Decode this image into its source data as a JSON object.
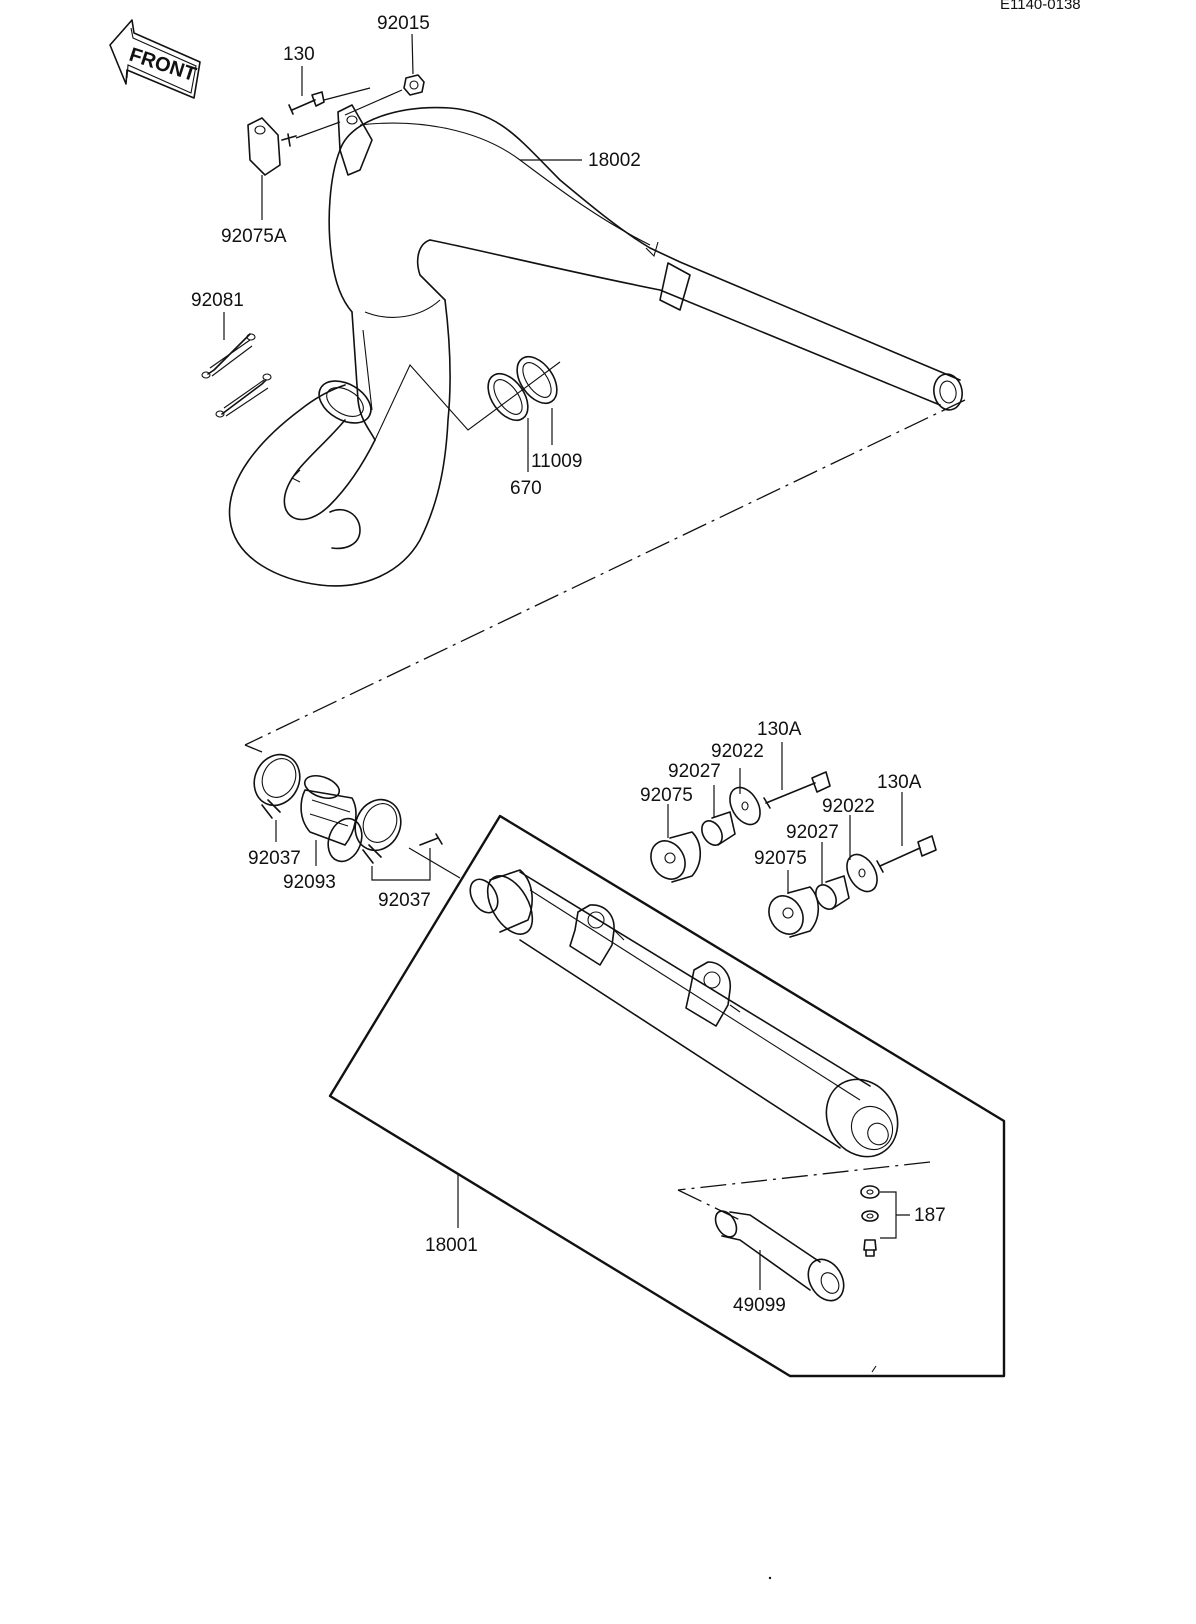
{
  "diagram": {
    "code": "E1140-0138",
    "front_arrow_text": "FRONT",
    "labels": {
      "p92015": "92015",
      "p130": "130",
      "p92075A": "92075A",
      "p18002": "18002",
      "p92081": "92081",
      "p11009": "11009",
      "p670": "670",
      "p130A_1": "130A",
      "p92022_1": "92022",
      "p92027_1": "92027",
      "p92075_1": "92075",
      "p130A_2": "130A",
      "p92022_2": "92022",
      "p92027_2": "92027",
      "p92075_2": "92075",
      "p92037_1": "92037",
      "p92093": "92093",
      "p92037_2": "92037",
      "p18001": "18001",
      "p187": "187",
      "p49099": "49099"
    }
  }
}
